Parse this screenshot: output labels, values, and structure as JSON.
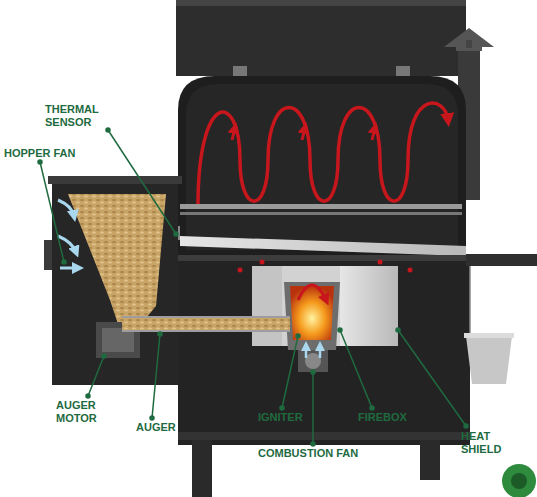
{
  "diagram": {
    "labels": [
      "THERMAL SENSOR",
      "HOPPER FAN",
      "AUGER MOTOR",
      "AUGER",
      "IGNITER",
      "COMBUSTION FAN",
      "FIREBOX",
      "HEAT SHIELD"
    ]
  }
}
